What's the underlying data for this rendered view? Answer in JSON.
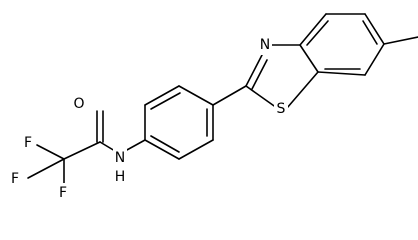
{
  "molecule": {
    "atoms": {
      "f_top": "F",
      "f_left": "F",
      "f_bottom": "F",
      "o": "O",
      "nh": "N",
      "h": "H",
      "n_ring": "N",
      "s": "S"
    }
  }
}
